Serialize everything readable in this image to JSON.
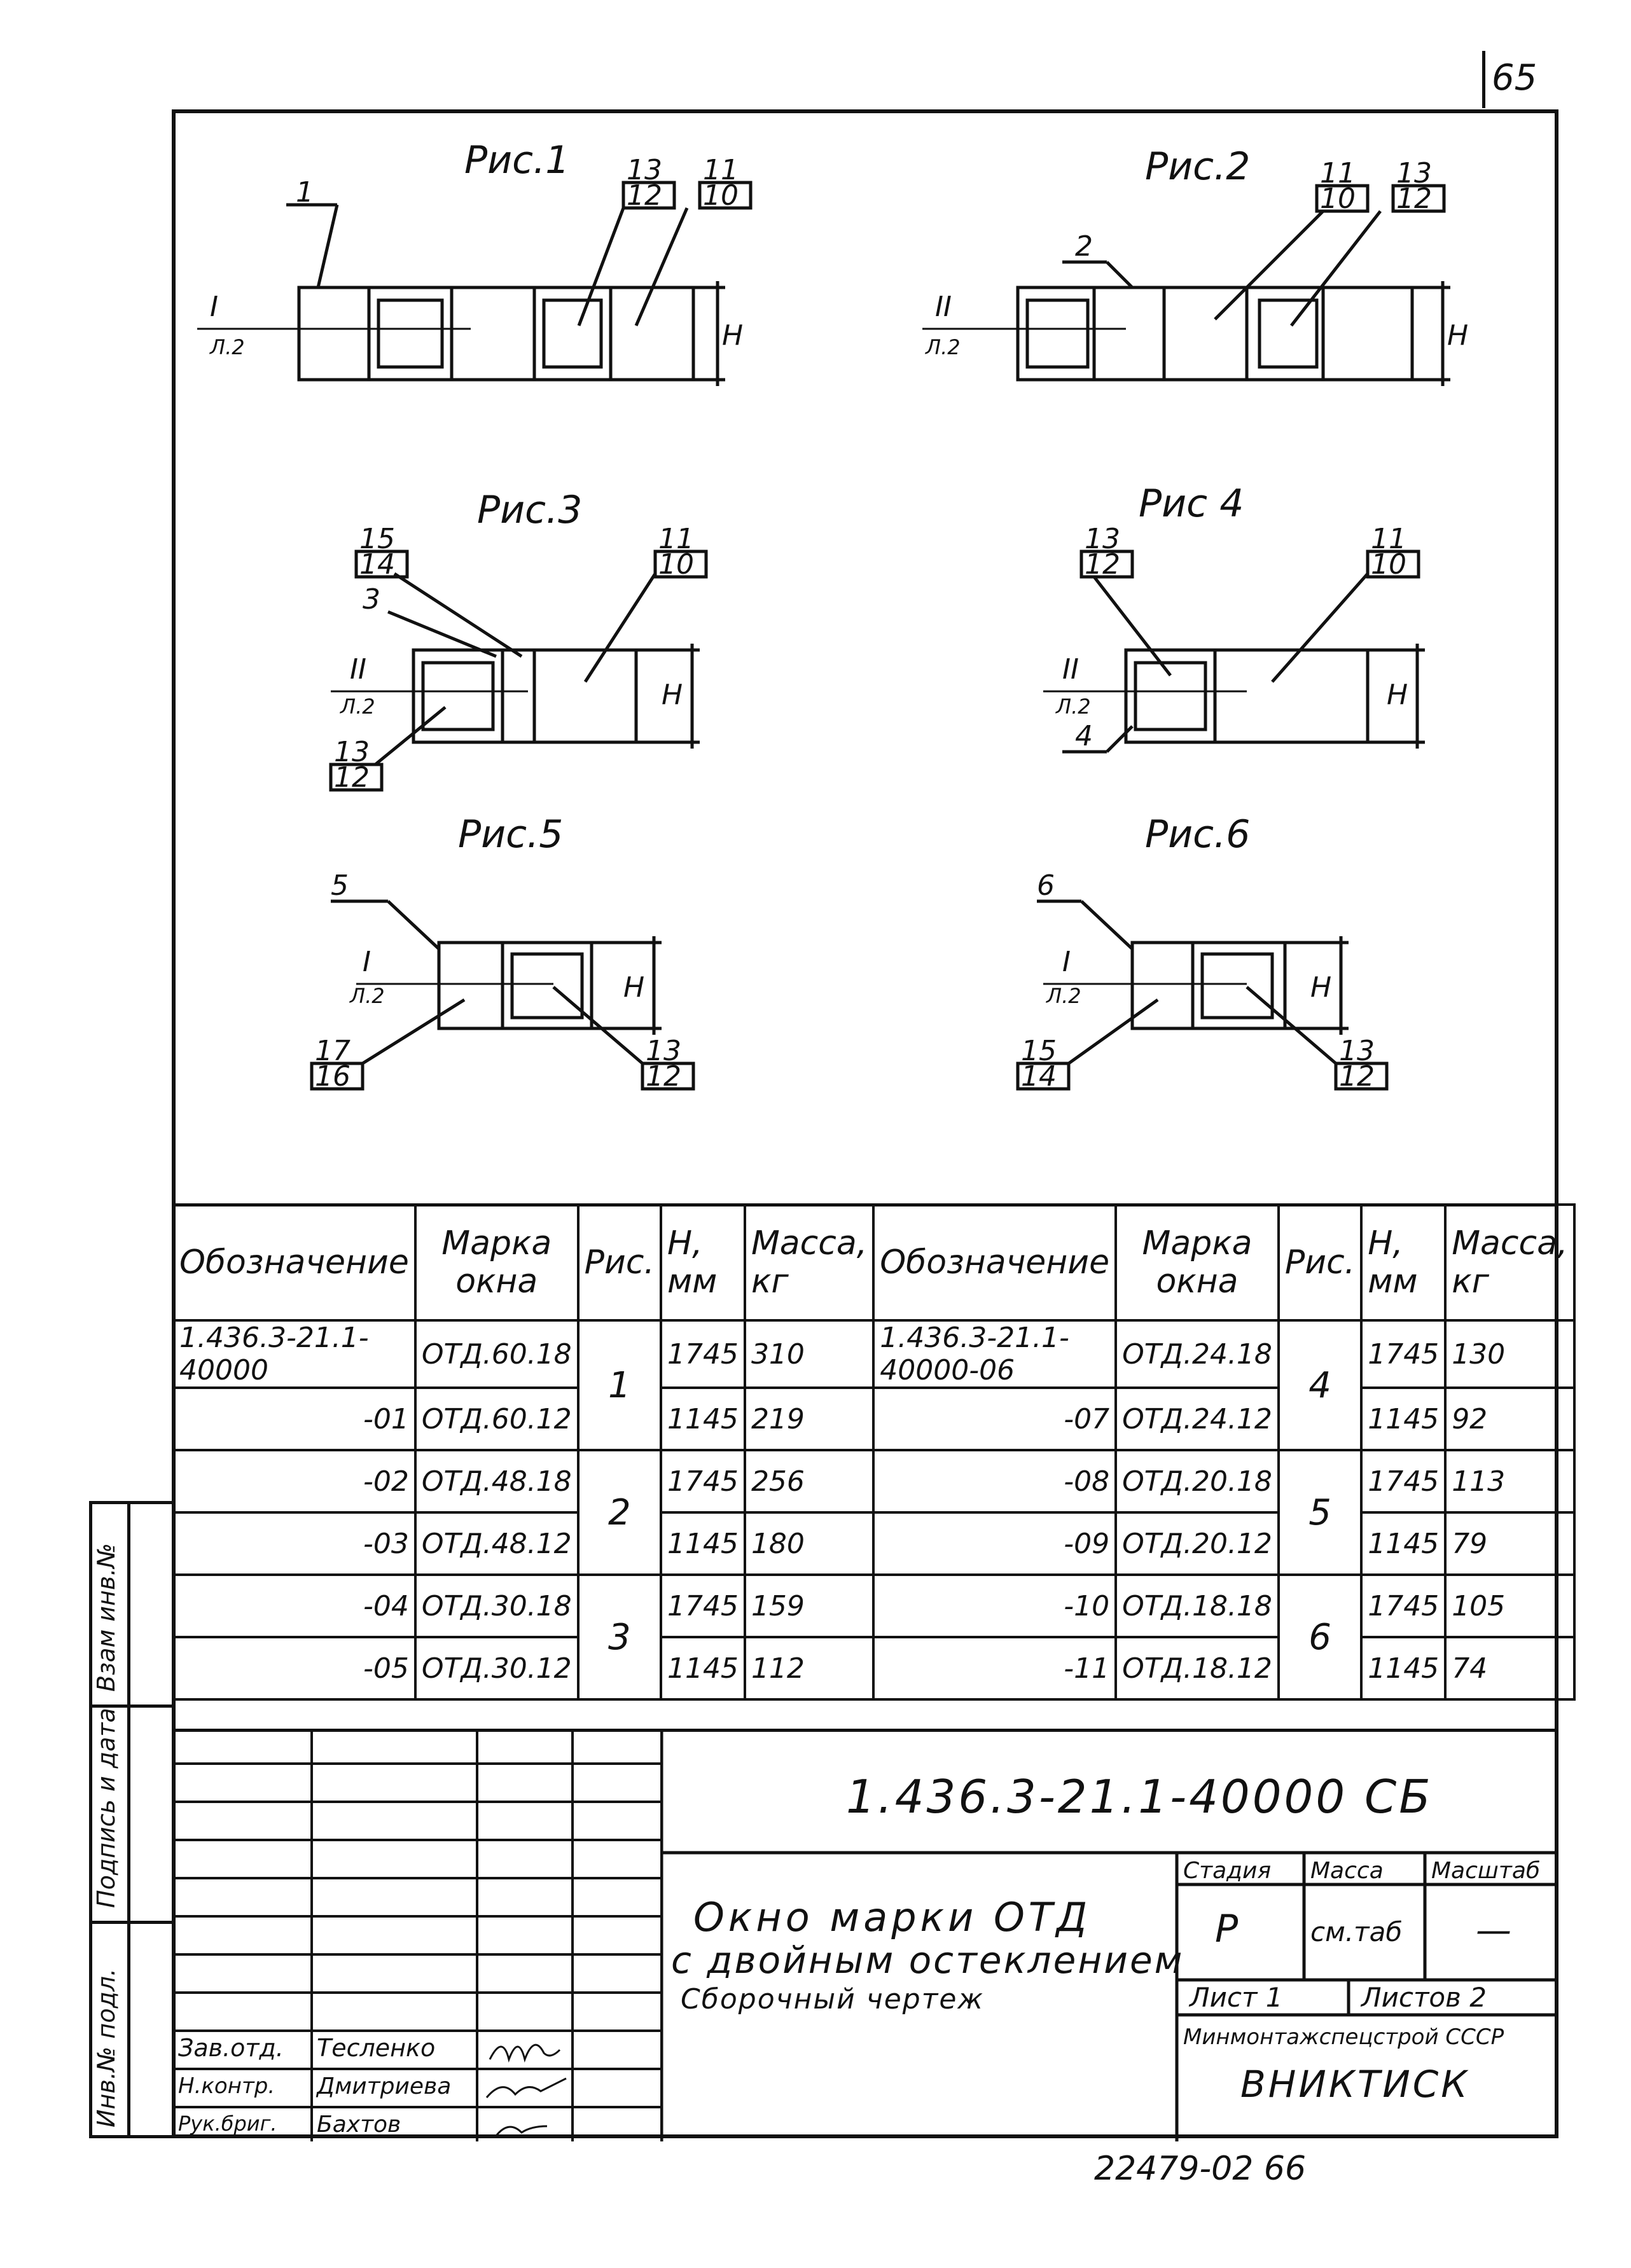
{
  "page_number": "65",
  "bottom_stamp": "22479-02   66",
  "figures": [
    {
      "title": "Рис.1",
      "section": "I",
      "sheet": "Л.2",
      "callouts": [
        "1",
        "13",
        "12",
        "11",
        "10"
      ],
      "dim": "H"
    },
    {
      "title": "Рис.2",
      "section": "II",
      "sheet": "Л.2",
      "callouts": [
        "2",
        "11",
        "10",
        "13",
        "12"
      ],
      "dim": "H"
    },
    {
      "title": "Рис.3",
      "section": "II",
      "sheet": "Л.2",
      "callouts": [
        "15",
        "14",
        "3",
        "11",
        "10",
        "13",
        "12"
      ],
      "dim": "H"
    },
    {
      "title": "Рис 4",
      "section": "II",
      "sheet": "Л.2",
      "callouts": [
        "13",
        "12",
        "11",
        "10",
        "4"
      ],
      "dim": "H"
    },
    {
      "title": "Рис.5",
      "section": "I",
      "sheet": "Л.2",
      "callouts": [
        "5",
        "17",
        "16",
        "13",
        "12"
      ],
      "dim": "H"
    },
    {
      "title": "Рис.6",
      "section": "I",
      "sheet": "Л.2",
      "callouts": [
        "6",
        "15",
        "14",
        "13",
        "12"
      ],
      "dim": "H"
    }
  ],
  "table": {
    "headers": {
      "designation": "Обозначение",
      "mark": "Марка окна",
      "fig": "Рис.",
      "h": "H, мм",
      "mass": "Масса, кг"
    },
    "left_rows": [
      {
        "designation": "1.436.3-21.1-40000",
        "mark": "ОТД.60.18",
        "h": "1745",
        "mass": "310"
      },
      {
        "designation": "-01",
        "mark": "ОТД.60.12",
        "h": "1145",
        "mass": "219"
      },
      {
        "designation": "-02",
        "mark": "ОТД.48.18",
        "h": "1745",
        "mass": "256"
      },
      {
        "designation": "-03",
        "mark": "ОТД.48.12",
        "h": "1145",
        "mass": "180"
      },
      {
        "designation": "-04",
        "mark": "ОТД.30.18",
        "h": "1745",
        "mass": "159"
      },
      {
        "designation": "-05",
        "mark": "ОТД.30.12",
        "h": "1145",
        "mass": "112"
      }
    ],
    "left_figs": [
      "1",
      "2",
      "3"
    ],
    "right_rows": [
      {
        "designation": "1.436.3-21.1-40000-06",
        "mark": "ОТД.24.18",
        "h": "1745",
        "mass": "130"
      },
      {
        "designation": "-07",
        "mark": "ОТД.24.12",
        "h": "1145",
        "mass": "92"
      },
      {
        "designation": "-08",
        "mark": "ОТД.20.18",
        "h": "1745",
        "mass": "113"
      },
      {
        "designation": "-09",
        "mark": "ОТД.20.12",
        "h": "1145",
        "mass": "79"
      },
      {
        "designation": "-10",
        "mark": "ОТД.18.18",
        "h": "1745",
        "mass": "105"
      },
      {
        "designation": "-11",
        "mark": "ОТД.18.12",
        "h": "1145",
        "mass": "74"
      }
    ],
    "right_figs": [
      "4",
      "5",
      "6"
    ]
  },
  "side_labels": [
    "Взам инв.№",
    "Подпись и дата",
    "Инв.№ подл."
  ],
  "title_block": {
    "doc_code": "1.436.3-21.1-40000 СБ",
    "name_line1": "Окно марки ОТД",
    "name_line2": "с двойным остеклением",
    "name_line3": "Сборочный чертеж",
    "stage_label": "Стадия",
    "mass_label": "Масса",
    "scale_label": "Масштаб",
    "stage": "Р",
    "mass": "см.таб",
    "scale": "—",
    "sheet": "Лист 1",
    "sheets": "Листов 2",
    "org1": "Минмонтажспецстрой СССР",
    "org2": "ВНИКТИСК",
    "signatures": [
      {
        "role": "Зав.отд.",
        "name": "Тесленко"
      },
      {
        "role": "Н.контр.",
        "name": "Дмитриева"
      },
      {
        "role": "Рук.бриг.",
        "name": "Бахтов"
      }
    ]
  }
}
